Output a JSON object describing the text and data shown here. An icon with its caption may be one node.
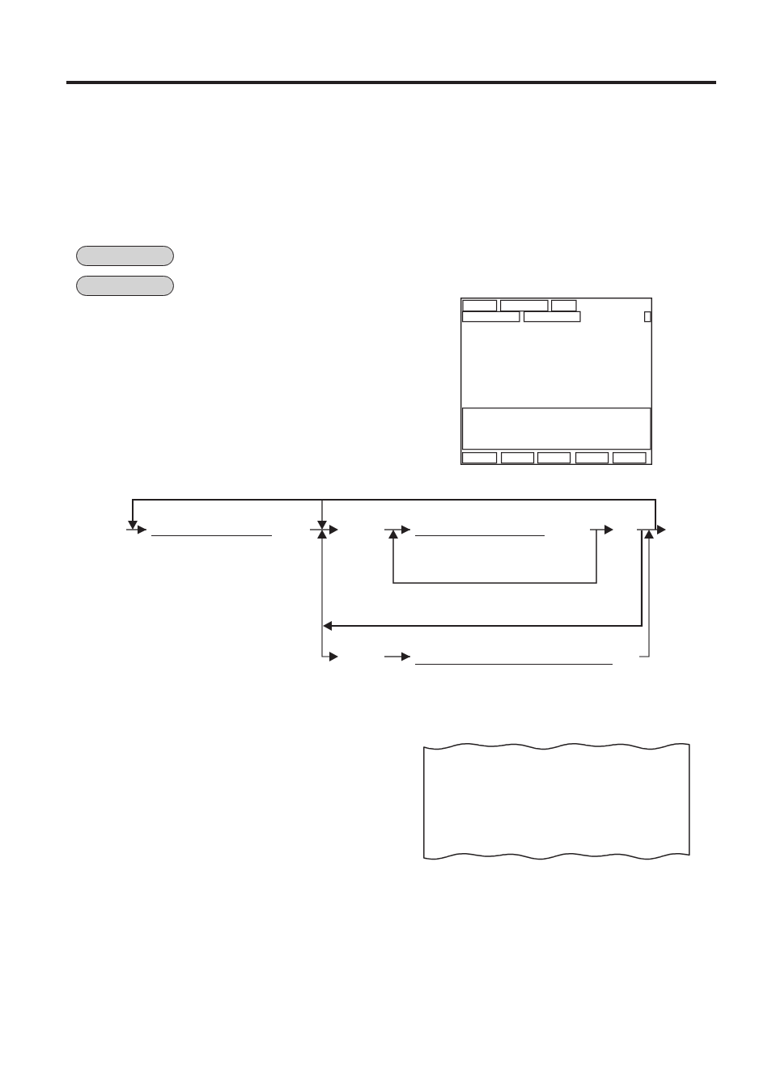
{
  "diagram": {
    "nodes": [
      {
        "text": [],
        "shape": "pill"
      },
      {
        "text": [],
        "shape": "pill"
      },
      {
        "text": [],
        "shape": "picture"
      },
      {
        "text": [],
        "shape": "line"
      },
      {
        "text": [],
        "shape": "line"
      },
      {
        "text": [],
        "shape": "line"
      },
      {
        "text": [],
        "shape": "box"
      }
    ],
    "edges": [
      {
        "from": null,
        "to": 3,
        "arrow": "to"
      },
      {
        "from": null,
        "to": 4,
        "arrow": "to"
      },
      {
        "from": null,
        "to": 5,
        "arrow": "to"
      }
    ]
  }
}
